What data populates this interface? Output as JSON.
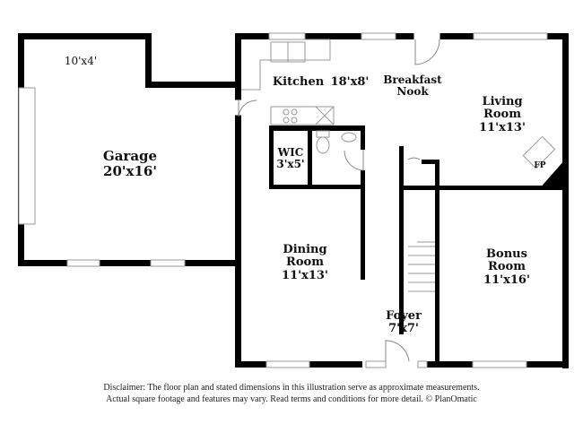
{
  "rooms": {
    "garage": {
      "name": "Garage",
      "size": "20'x16'"
    },
    "garage_nook": {
      "size": "10'x4'"
    },
    "kitchen": {
      "name": "Kitchen",
      "size": "18'x8'"
    },
    "breakfast_nook": {
      "name_line1": "Breakfast",
      "name_line2": "Nook"
    },
    "living_room": {
      "name_line1": "Living",
      "name_line2": "Room",
      "size": "11'x13'"
    },
    "fireplace": {
      "label": "FP"
    },
    "wic": {
      "name": "WIC",
      "size": "3'x5'"
    },
    "dining_room": {
      "name_line1": "Dining",
      "name_line2": "Room",
      "size": "11'x13'"
    },
    "bonus_room": {
      "name_line1": "Bonus",
      "name_line2": "Room",
      "size": "11'x16'"
    },
    "foyer": {
      "name": "Foyer",
      "size": "7'x7'"
    }
  },
  "disclaimer": {
    "line1": "Disclaimer: The floor plan and stated dimensions in this illustration serve as approximate measurements.",
    "line2": "Actual square footage and features may vary. Read terms and conditions for more detail. © PlanOmatic"
  }
}
